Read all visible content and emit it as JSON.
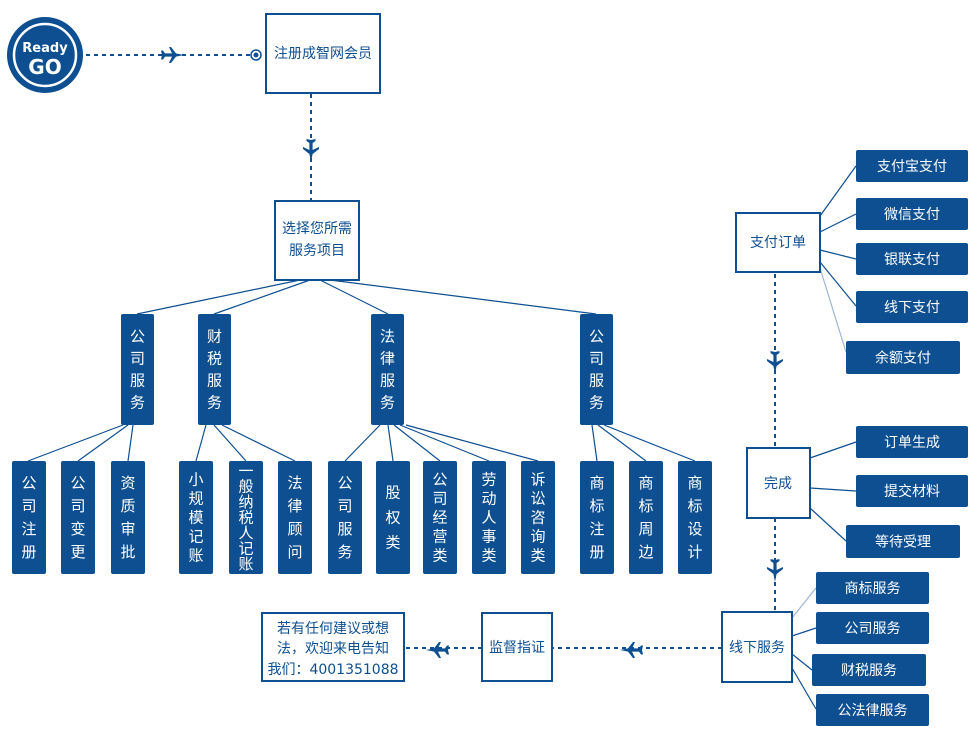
{
  "colors": {
    "brand": "#0e4f92",
    "pale_line": "#9db5d3",
    "background": "#ffffff"
  },
  "logo": {
    "line1": "Ready",
    "line2": "GO"
  },
  "nodes": {
    "register": "注册成智网会员",
    "select_line1": "选择您所需",
    "select_line2": "服务项目",
    "company_service": "公司服务",
    "finance_tax": "财税服务",
    "legal_service": "法律服务",
    "brand_service_cat": "公司服务",
    "company_sub": [
      "公司注册",
      "公司变更",
      "资质审批"
    ],
    "finance_sub": [
      "小规模记账",
      "一般纳税人记账",
      "法律顾问"
    ],
    "legal_sub": [
      "公司服务",
      "股权类",
      "公司经营类",
      "劳动人事类",
      "诉讼咨询类"
    ],
    "brand_sub": [
      "商标注册",
      "商标周边",
      "商标设计"
    ],
    "pay_order": "支付订单",
    "pay_methods": [
      "支付宝支付",
      "微信支付",
      "银联支付",
      "线下支付",
      "余额支付"
    ],
    "complete": "完成",
    "complete_items": [
      "订单生成",
      "提交材料",
      "等待受理"
    ],
    "offline": "线下服务",
    "offline_items": [
      "商标服务",
      "公司服务",
      "财税服务",
      "公法律服务"
    ],
    "supervise": "监督指证",
    "contact_line1": "若有任何建议或想",
    "contact_line2": "法，欢迎来电告知",
    "contact_line3": "我们：4001351088"
  }
}
